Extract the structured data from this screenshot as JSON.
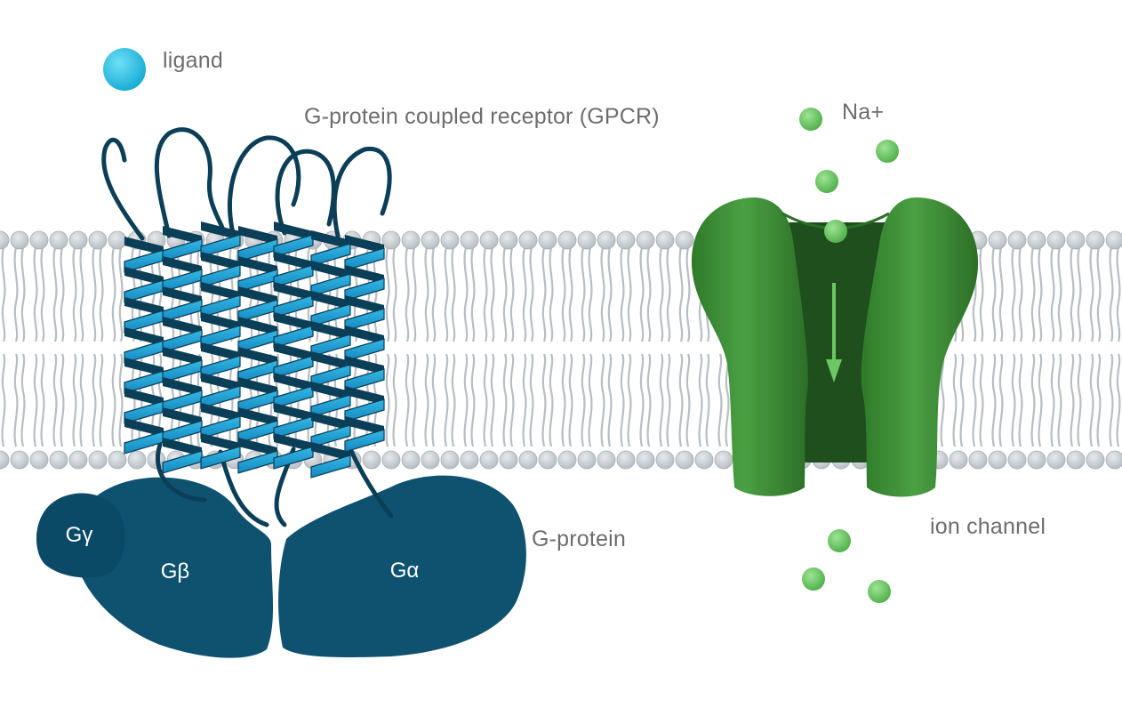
{
  "labels": {
    "ligand": "ligand",
    "gpcr": "G-protein coupled receptor (GPCR)",
    "na": "Na+",
    "g_protein": "G-protein",
    "ion_channel": "ion channel"
  },
  "subunits": {
    "gamma": "Gγ",
    "beta": "Gβ",
    "alpha": "Gα"
  },
  "colors": {
    "ligand": "#2bc3e6",
    "receptor_helix": "#1a9fd1",
    "receptor_dark": "#0b3e57",
    "g_protein": "#0e5270",
    "channel": "#3d8f36",
    "channel_dark": "#1f4f1c",
    "ion": "#6cc765",
    "lipid_head": "#c9ced3",
    "lipid_tail": "#b5bcc2"
  },
  "icons": {
    "ligand": "ligand-sphere-icon",
    "ion": "sodium-ion-icon",
    "flow": "down-arrow-icon"
  }
}
